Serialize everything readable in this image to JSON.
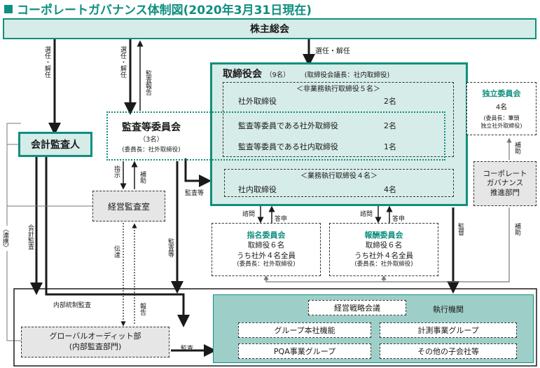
{
  "title": "コーポレートガバナンス体制図(2020年3月31日現在)",
  "shareholders": "株主総会",
  "auditor": "会計監査人",
  "board": {
    "name": "取締役会",
    "count": "（9名）",
    "chair": "(取締役会議長：社内取締役)",
    "nonexec_header": "＜非業務執行取締役５名＞",
    "nonexec_rows": [
      {
        "label": "社外取締役",
        "count": "2名"
      },
      {
        "label": "監査等委員である社外取締役",
        "count": "2名"
      },
      {
        "label": "監査等委員である社内取締役",
        "count": "1名"
      }
    ],
    "exec_header": "＜業務執行取締役４名＞",
    "exec_row": {
      "label": "社内取締役",
      "count": "4名"
    }
  },
  "audit_committee": {
    "name": "監査等委員会",
    "count": "（3名）",
    "chair": "(委員長：社外取締役)"
  },
  "independent_committee": {
    "name": "独立委員会",
    "count": "4名",
    "chair_line1": "(委員長：筆頭",
    "chair_line2": "独立社外取締役)"
  },
  "cg_dept": {
    "line1": "コーポレート",
    "line2": "ガバナンス",
    "line3": "推進部門"
  },
  "audit_office": "経営監査室",
  "nomination": {
    "name": "指名委員会",
    "line1": "取締役６名",
    "line2": "うち社外４名全員",
    "chair": "(委員長：社外取締役)"
  },
  "remuneration": {
    "name": "報酬委員会",
    "line1": "取締役６名",
    "line2": "うち社外４名全員",
    "chair": "(委員長：社外取締役)"
  },
  "global_audit": {
    "line1": "グローバルオーディット部",
    "line2": "(内部監査部門)"
  },
  "exec_org": {
    "label": "執行機関",
    "strategy": "経営戦略会議",
    "units": [
      "グループ本社機能",
      "計測事業グループ",
      "PQA事業グループ",
      "その他の子会社等"
    ]
  },
  "labels": {
    "elect1": "選任・解任",
    "elect2": "選任・解任",
    "elect3": "選任・解任",
    "audit_report": "監査報告",
    "instruct": "指示",
    "assist1": "補助",
    "assist2": "補助",
    "assist3": "補助",
    "audit_etc1": "監査等",
    "audit_etc2": "監査等",
    "consult1": "諮問",
    "answer1": "答申",
    "consult2": "諮問",
    "answer2": "答申",
    "audit_right": "監督",
    "accounting_audit": "会計監査",
    "transmit": "伝達",
    "cooperation": "〈連携〉",
    "internal_control": "内部統制監査",
    "report": "報告",
    "audit_bottom": "監査"
  }
}
